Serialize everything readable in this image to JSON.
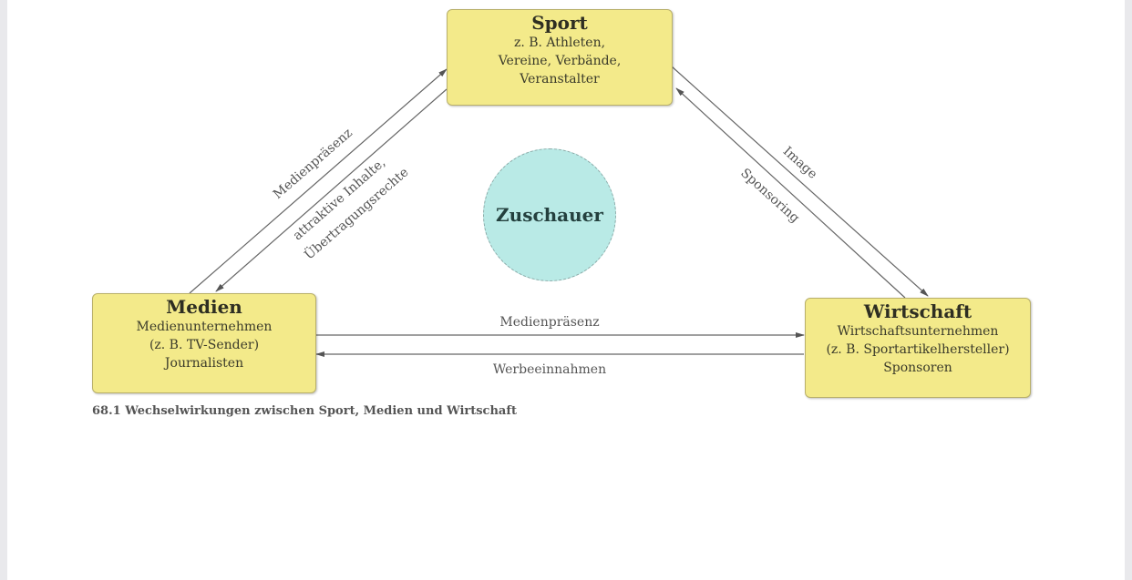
{
  "nodes": {
    "sport": {
      "title": "Sport",
      "lines": [
        "z. B. Athleten,",
        "Vereine, Verbände,",
        "Veranstalter"
      ]
    },
    "medien": {
      "title": "Medien",
      "lines": [
        "Medienunternehmen",
        "(z. B. TV-Sender)",
        "Journalisten"
      ]
    },
    "wirtschaft": {
      "title": "Wirtschaft",
      "lines": [
        "Wirtschaftsunternehmen",
        "(z. B. Sportartikelhersteller)",
        "Sponsoren"
      ]
    },
    "center": {
      "title": "Zuschauer"
    }
  },
  "edges": {
    "medien_to_sport": "Medienpräsenz",
    "sport_to_medien": [
      "attraktive Inhalte,",
      "Übertragungsrechte"
    ],
    "sport_to_wirtschaft": "Image",
    "wirtschaft_to_sport": "Sponsoring",
    "medien_to_wirtschaft": "Medienpräsenz",
    "wirtschaft_to_medien": "Werbeeinnahmen"
  },
  "caption": "68.1  Wechselwirkungen zwischen Sport, Medien und Wirtschaft",
  "colors": {
    "box": "#f3ea8a",
    "circle": "#b9eae6",
    "arrow": "#555555"
  }
}
